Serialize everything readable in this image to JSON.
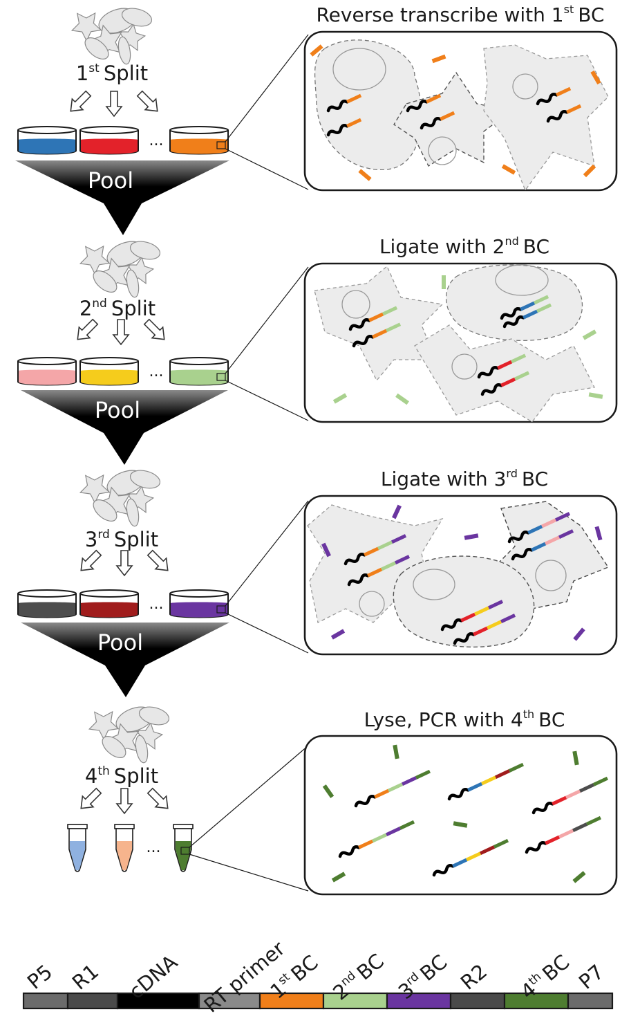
{
  "steps": [
    {
      "split_num": "1",
      "split_sup": "st",
      "split_word": "Split",
      "panel_title_pre": "Reverse transcribe with 1",
      "panel_title_sup": "st",
      "panel_title_post": "BC",
      "pool_label": "Pool",
      "dish_colors": [
        "#2e75b6",
        "#e3222a",
        "#f07f1a"
      ],
      "barcode_color": "#f07f1a",
      "molecule_segments": [
        [
          "#f07f1a"
        ]
      ]
    },
    {
      "split_num": "2",
      "split_sup": "nd",
      "split_word": "Split",
      "panel_title_pre": "Ligate with 2",
      "panel_title_sup": "nd",
      "panel_title_post": "BC",
      "pool_label": "Pool",
      "dish_colors": [
        "#f4a6a8",
        "#f5cc1c",
        "#a9d18e"
      ],
      "barcode_color": "#a9d18e",
      "molecule_segments": [
        [
          "#f07f1a",
          "#a9d18e"
        ],
        [
          "#2e75b6",
          "#a9d18e"
        ],
        [
          "#e3222a",
          "#a9d18e"
        ]
      ]
    },
    {
      "split_num": "3",
      "split_sup": "rd",
      "split_word": "Split",
      "panel_title_pre": "Ligate with 3",
      "panel_title_sup": "rd",
      "panel_title_post": "BC",
      "pool_label": "Pool",
      "dish_colors": [
        "#4d4d4d",
        "#a01c1c",
        "#6a35a0"
      ],
      "barcode_color": "#6a35a0",
      "molecule_segments": [
        [
          "#f07f1a",
          "#a9d18e",
          "#6a35a0"
        ],
        [
          "#2e75b6",
          "#f4a6a8",
          "#6a35a0"
        ],
        [
          "#e3222a",
          "#f5cc1c",
          "#6a35a0"
        ]
      ]
    },
    {
      "split_num": "4",
      "split_sup": "th",
      "split_word": "Split",
      "panel_title_pre": "Lyse, PCR with 4",
      "panel_title_sup": "th",
      "panel_title_post": "BC",
      "tube_colors": [
        "#8fb1e0",
        "#f6b48d",
        "#4e7d30"
      ],
      "barcode_color": "#4e7d30",
      "molecule_segments": [
        [
          "#f07f1a",
          "#a9d18e",
          "#6a35a0",
          "#4e7d30"
        ],
        [
          "#2e75b6",
          "#f5cc1c",
          "#a01c1c",
          "#4e7d30"
        ],
        [
          "#e3222a",
          "#f4a6a8",
          "#4d4d4d",
          "#4e7d30"
        ],
        [
          "#f07f1a",
          "#a9d18e",
          "#6a35a0",
          "#4e7d30"
        ],
        [
          "#2e75b6",
          "#f5cc1c",
          "#a01c1c",
          "#4e7d30"
        ],
        [
          "#e3222a",
          "#f4a6a8",
          "#4d4d4d",
          "#4e7d30"
        ]
      ]
    }
  ],
  "ellipsis": "...",
  "legend": {
    "segments": [
      {
        "label": "P5",
        "color": "#6b6b6b"
      },
      {
        "label": "R1",
        "color": "#4a4a4a"
      },
      {
        "label": "cDNA",
        "color": "#000000"
      },
      {
        "label": "RT primer",
        "color": "#8a8a8a"
      },
      {
        "label": "1",
        "sup": "st",
        "post": "BC",
        "color": "#f07f1a"
      },
      {
        "label": "2",
        "sup": "nd",
        "post": "BC",
        "color": "#a9d18e"
      },
      {
        "label": "3",
        "sup": "rd",
        "post": "BC",
        "color": "#6a35a0"
      },
      {
        "label": "R2",
        "color": "#4a4a4a"
      },
      {
        "label": "4",
        "sup": "th",
        "post": "BC",
        "color": "#4e7d30"
      },
      {
        "label": "P7",
        "color": "#6b6b6b"
      }
    ]
  },
  "colors": {
    "cell_fill": "#e7e7e7",
    "cell_stroke": "#9a9a9a",
    "panel_stroke": "#1a1a1a",
    "pool_funnel": "#000000",
    "cdna": "#000000"
  }
}
